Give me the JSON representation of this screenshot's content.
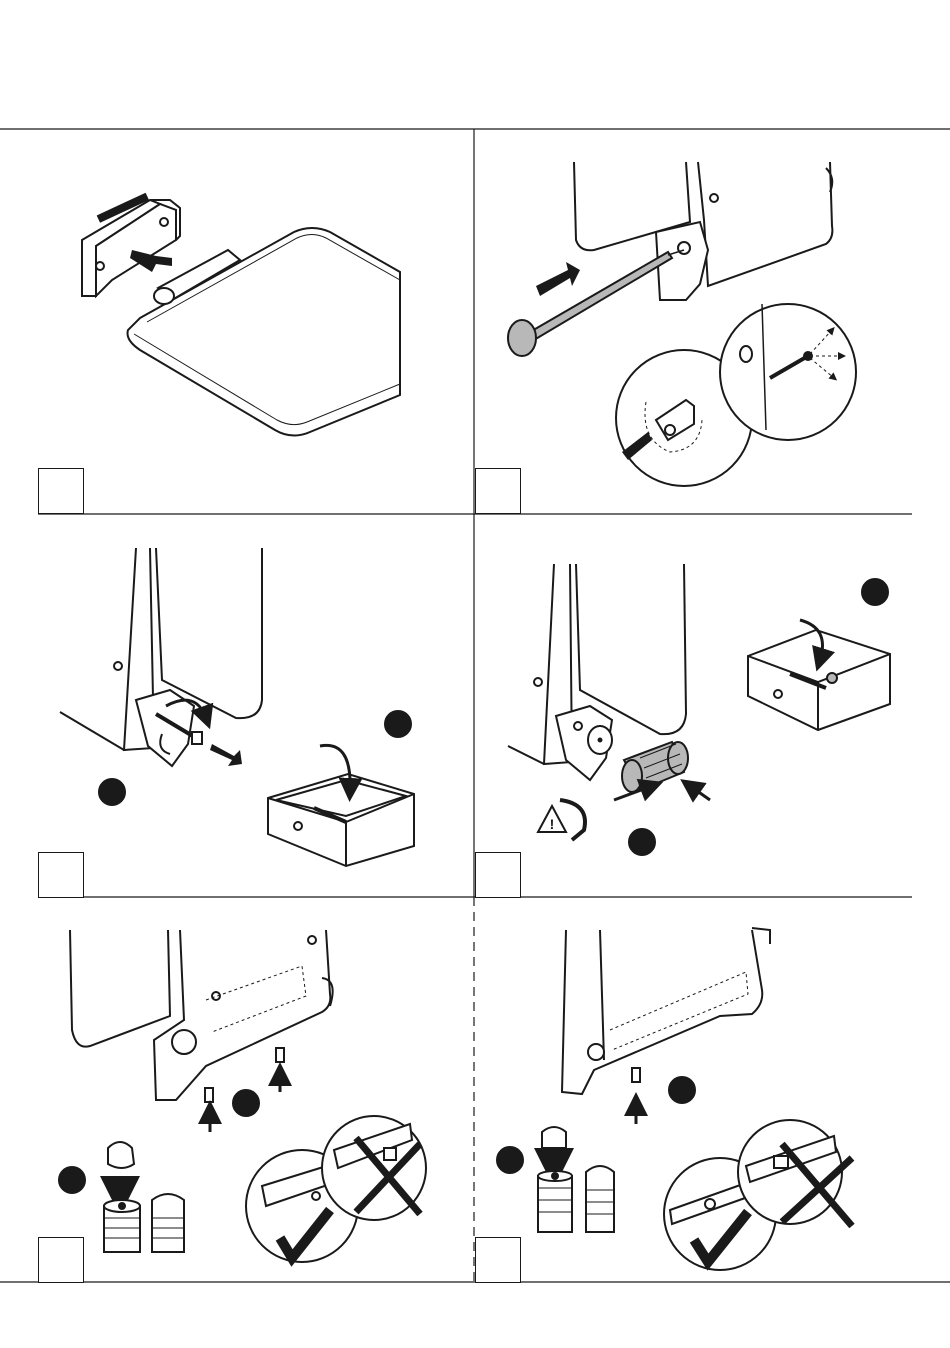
{
  "document": {
    "type": "assembly-instructions",
    "panels": [
      {
        "id": "panel-1",
        "description_icon": "seat-insert-into-bracket"
      },
      {
        "id": "panel-2",
        "description_icon": "insert-hinge-pin"
      },
      {
        "id": "panel-3",
        "description_icon": "remove-screw"
      },
      {
        "id": "panel-4",
        "description_icon": "attach-cap"
      },
      {
        "id": "panel-5",
        "description_icon": "adjust-foot-left"
      },
      {
        "id": "panel-6",
        "description_icon": "adjust-foot-right"
      }
    ],
    "step_numbers": [
      "",
      "",
      "",
      "",
      "",
      ""
    ],
    "colors": {
      "line": "#1a1a1a",
      "fill_dark": "#1a1a1a",
      "fill_gray": "#b8b8b8",
      "background": "#ffffff"
    }
  }
}
